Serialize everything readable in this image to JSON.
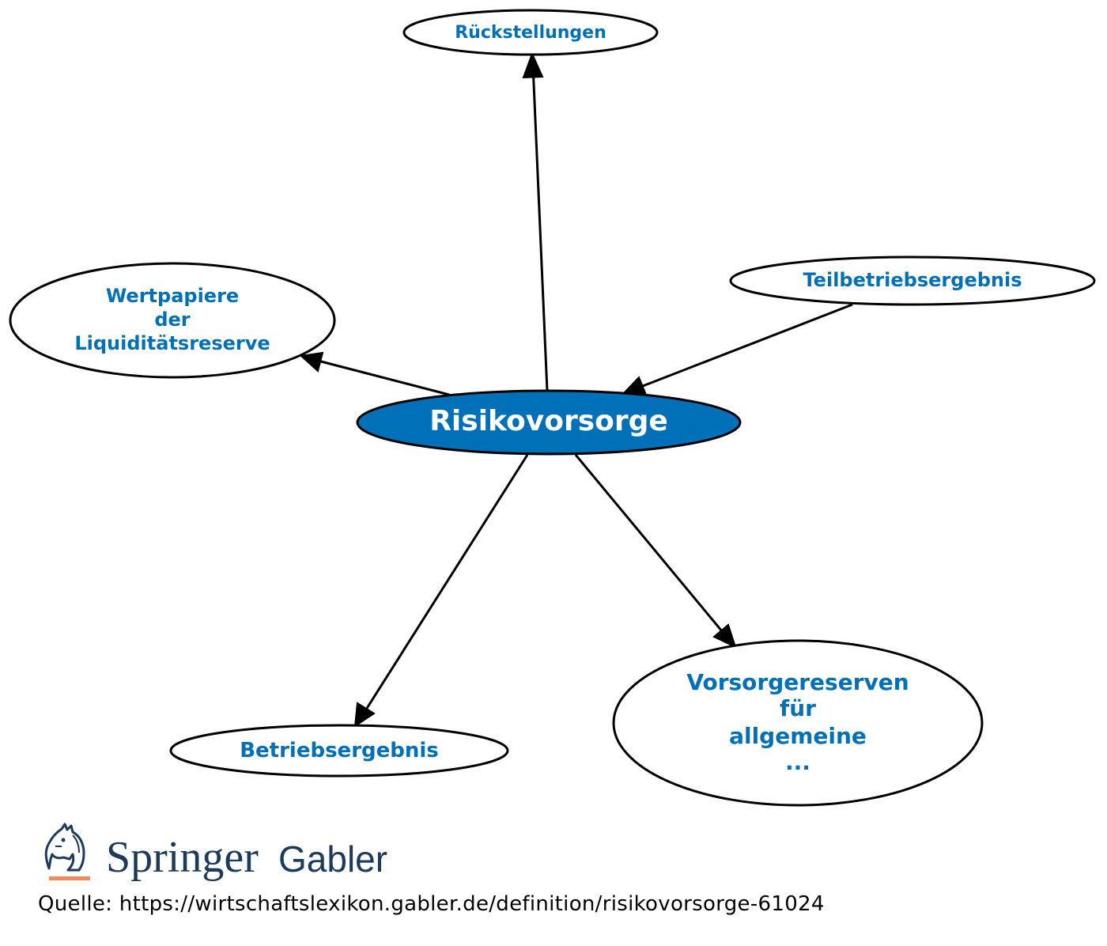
{
  "colors": {
    "accent": "#0070b8",
    "center_fill": "#0070b8",
    "center_text": "#ffffff",
    "node_text": "#0070b8",
    "edge": "#000000",
    "logo_navy": "#1b3a5c",
    "logo_orange": "#f08a5d"
  },
  "diagram": {
    "center": {
      "label": "Risikovorsorge"
    },
    "nodes": [
      {
        "id": "rueckstellungen",
        "lines": [
          "Rückstellungen"
        ],
        "direction": "outgoing"
      },
      {
        "id": "wertpapiere",
        "lines": [
          "Wertpapiere",
          "der",
          "Liquiditätsreserve"
        ],
        "direction": "outgoing"
      },
      {
        "id": "teilbetriebsergebnis",
        "lines": [
          "Teilbetriebsergebnis"
        ],
        "direction": "incoming"
      },
      {
        "id": "betriebsergebnis",
        "lines": [
          "Betriebsergebnis"
        ],
        "direction": "outgoing"
      },
      {
        "id": "vorsorgereserven",
        "lines": [
          "Vorsorgereserven",
          "für",
          "allgemeine",
          "..."
        ],
        "direction": "outgoing"
      }
    ]
  },
  "logo": {
    "brand": "Springer",
    "sub": "Gabler",
    "icon": "knight-horse-icon"
  },
  "source": {
    "text": "Quelle: https://wirtschaftslexikon.gabler.de/definition/risikovorsorge-61024"
  }
}
